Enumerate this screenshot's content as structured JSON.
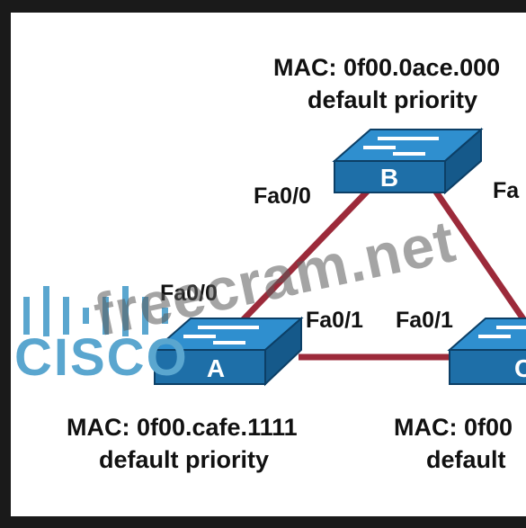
{
  "switches": {
    "a": {
      "letter": "A",
      "mac": "MAC: 0f00.cafe.1111",
      "priority": "default priority"
    },
    "b": {
      "letter": "B",
      "mac": "MAC: 0f00.0ace.000",
      "priority": "default priority"
    },
    "c": {
      "letter": "C",
      "mac": "MAC: 0f00",
      "priority": "default"
    }
  },
  "ports": {
    "b_left": "Fa0/0",
    "b_right": "Fa",
    "a_top": "Fa0/0",
    "a_right": "Fa0/1",
    "c_left": "Fa0/1"
  },
  "watermark": "freecram.net",
  "logo": {
    "text": "CISCO",
    "color": "#5aa6cf"
  },
  "colors": {
    "link": "#9c2a3a",
    "switch_top": "#2f8fcf",
    "switch_front": "#1e6fa8"
  }
}
